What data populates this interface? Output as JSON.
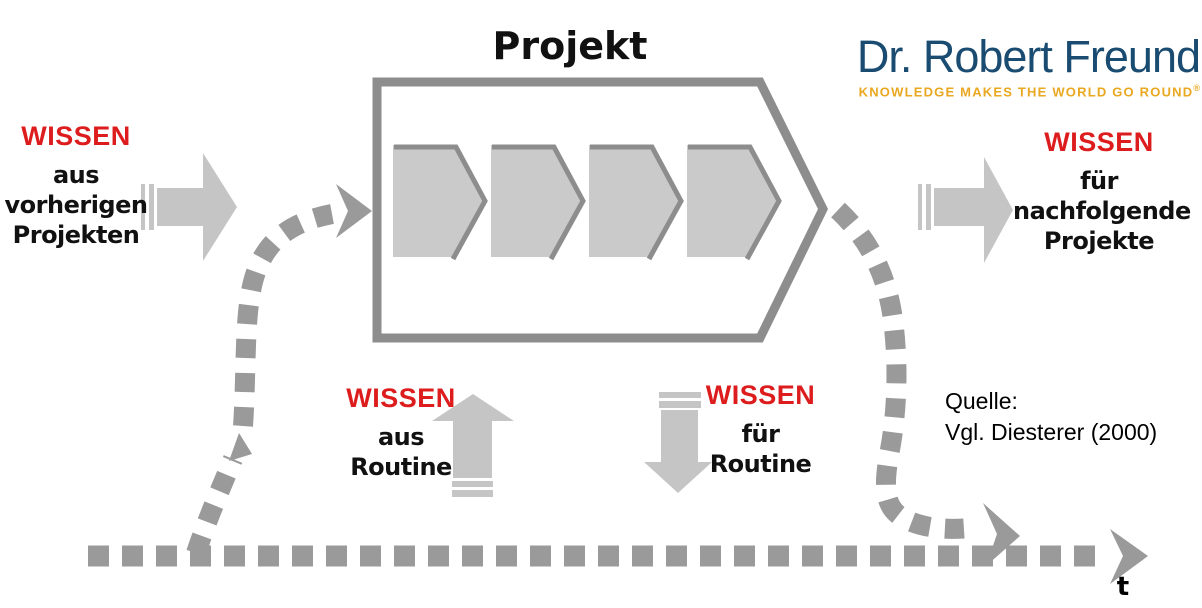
{
  "diagram": {
    "title": "Projekt",
    "timeline_label": "t",
    "source": {
      "line1": "Quelle:",
      "line2": "Vgl. Diesterer (2000)"
    },
    "labels": {
      "previous": {
        "highlight": "WISSEN",
        "lines": [
          "aus",
          "vorherigen",
          "Projekten"
        ]
      },
      "next": {
        "highlight": "WISSEN",
        "lines": [
          "für",
          "nachfolgende",
          "Projekte"
        ]
      },
      "from_routine": {
        "highlight": "WISSEN",
        "lines": [
          "aus",
          "Routine"
        ]
      },
      "to_routine": {
        "highlight": "WISSEN",
        "lines": [
          "für",
          "Routine"
        ]
      }
    },
    "colors": {
      "highlight_red": "#dd1d1d",
      "arrow_gray": "#c5c5c5",
      "shape_fill_gray": "#cacaca",
      "outline_gray": "#8d8d8d",
      "dash_gray": "#9a9a9a",
      "logo_blue": "#1a4b70",
      "logo_gold": "#e9a820"
    }
  },
  "logo": {
    "name": "Dr. Robert Freund",
    "tagline": "KNOWLEDGE MAKES THE WORLD GO ROUND",
    "registered_mark": "®"
  }
}
